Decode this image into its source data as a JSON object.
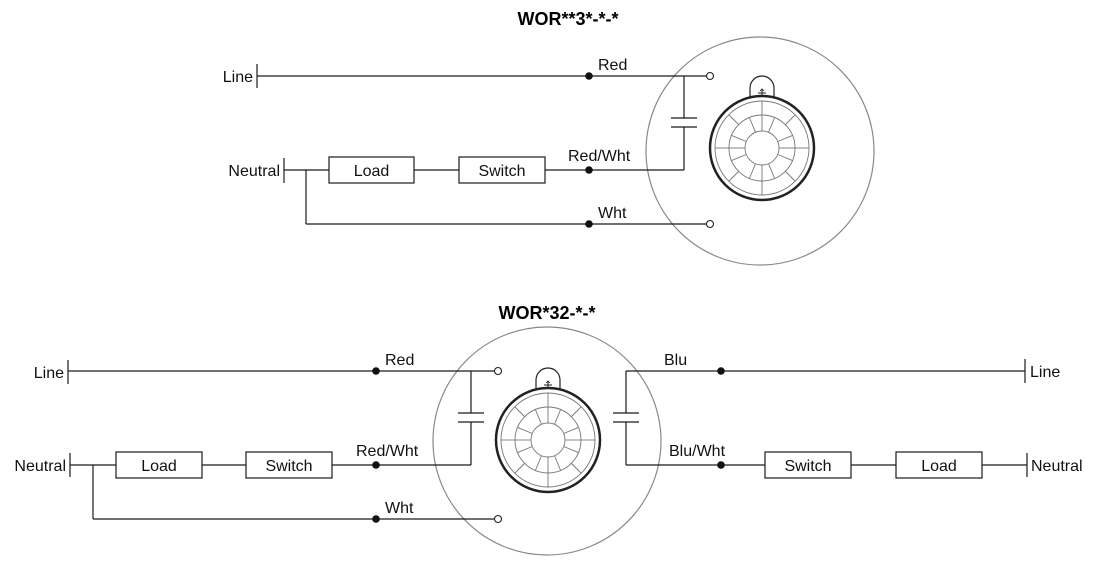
{
  "diagrams": [
    {
      "title": "WOR**3*-*-*",
      "left": {
        "line_label": "Line",
        "neutral_label": "Neutral",
        "load_label": "Load",
        "switch_label": "Switch",
        "wire_red": "Red",
        "wire_red_wht": "Red/Wht",
        "wire_wht": "Wht"
      }
    },
    {
      "title": "WOR*32-*-*",
      "left": {
        "line_label": "Line",
        "neutral_label": "Neutral",
        "load_label": "Load",
        "switch_label": "Switch",
        "wire_red": "Red",
        "wire_red_wht": "Red/Wht",
        "wire_wht": "Wht"
      },
      "right": {
        "line_label": "Line",
        "neutral_label": "Neutral",
        "load_label": "Load",
        "switch_label": "Switch",
        "wire_blu": "Blu",
        "wire_blu_wht": "Blu/Wht"
      }
    }
  ],
  "sensor_icon": "occupancy-sensor-icon",
  "adjust_icon": "crosshair-adjust-icon"
}
